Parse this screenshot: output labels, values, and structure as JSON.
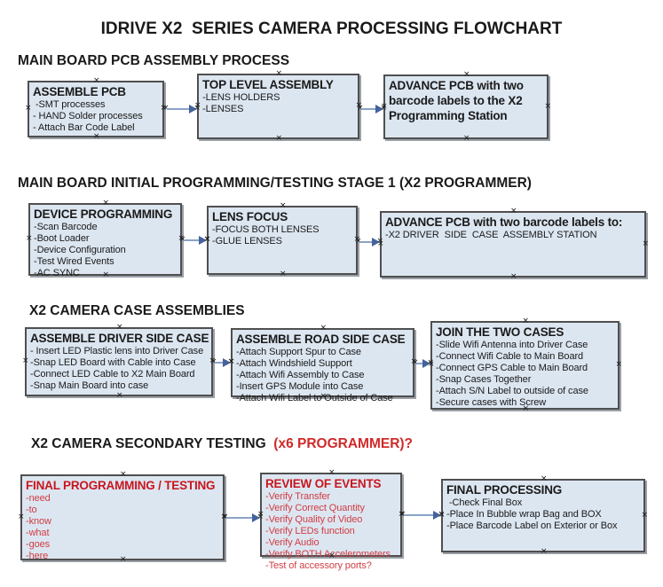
{
  "title": "IDRIVE X2  SERIES CAMERA PROCESSING FLOWCHART",
  "handle_glyph": "×",
  "colors": {
    "box_fill": "#dce6f1",
    "box_border": "#4f4f4f",
    "box_shadow": "#9aa0a6",
    "arrow_line": "#8ba3c7",
    "arrow_head": "#44639c",
    "red_title": "#c8161e",
    "red_item": "#d13c42",
    "red_heading": "#d02a2a",
    "text": "#1a1a1a"
  },
  "sections": [
    {
      "heading": "MAIN BOARD PCB ASSEMBLY PROCESS",
      "boxes": [
        {
          "title": "ASSEMBLE PCB",
          "items": [
            " -SMT processes",
            "- HAND Solder processes",
            "- Attach Bar Code Label"
          ]
        },
        {
          "title": "TOP LEVEL ASSEMBLY",
          "items": [
            "-LENS HOLDERS",
            "-LENSES"
          ]
        },
        {
          "title": "ADVANCE PCB with two barcode labels to the X2 Programming Station",
          "items": []
        }
      ]
    },
    {
      "heading": "MAIN BOARD INITIAL PROGRAMMING/TESTING STAGE 1 (X2 PROGRAMMER)",
      "boxes": [
        {
          "title": "DEVICE PROGRAMMING",
          "items": [
            "-Scan Barcode",
            "-Boot Loader",
            "-Device Configuration",
            "-Test Wired Events",
            "-AC SYNC"
          ]
        },
        {
          "title": "LENS FOCUS",
          "items": [
            "-FOCUS BOTH LENSES",
            "-GLUE LENSES"
          ]
        },
        {
          "title": "ADVANCE PCB with two barcode labels to:",
          "items": [
            "-X2 DRIVER  SIDE  CASE  ASSEMBLY STATION"
          ]
        }
      ]
    },
    {
      "heading": "X2 CAMERA CASE ASSEMBLIES",
      "boxes": [
        {
          "title": "ASSEMBLE DRIVER SIDE CASE",
          "items": [
            "- Insert LED Plastic lens into Driver Case",
            "-Snap LED Board with Cable into Case",
            "-Connect LED Cable to X2 Main Board",
            "-Snap Main Board into case"
          ]
        },
        {
          "title": "ASSEMBLE ROAD SIDE CASE",
          "items": [
            "-Attach Support Spur to Case",
            "-Attach Windshield Support",
            "-Attach Wifi Assembly to Case",
            "-Insert GPS Module into Case",
            "-Attach Wifi Label to Outside of Case"
          ]
        },
        {
          "title": "JOIN THE TWO CASES",
          "items": [
            "-Slide Wifi Antenna into Driver Case",
            "-Connect Wifi Cable to Main Board",
            "-Connect GPS Cable to Main Board",
            "-Snap Cases Together",
            "-Attach S/N Label to outside of case",
            "-Secure cases with Screw"
          ]
        }
      ]
    },
    {
      "heading": "X2 CAMERA SECONDARY TESTING",
      "heading_suffix": "  (x6 PROGRAMMER)?",
      "boxes": [
        {
          "title": "FINAL PROGRAMMING / TESTING",
          "items": [
            "-need",
            "-to",
            "-know",
            "-what",
            "-goes",
            "-here"
          ]
        },
        {
          "title": "REVIEW OF EVENTS",
          "items": [
            "-Verify Transfer",
            "-Verify Correct Quantity",
            "-Verify Quality of Video",
            "-Verify LEDs function",
            "-Verify Audio",
            "-Verify BOTH Accelerometers",
            "-Test of accessory ports?"
          ]
        },
        {
          "title": "FINAL PROCESSING",
          "items": [
            " -Check Final Box",
            "-Place In Bubble wrap Bag and BOX",
            "-Place Barcode Label on Exterior or Box"
          ]
        }
      ]
    }
  ]
}
